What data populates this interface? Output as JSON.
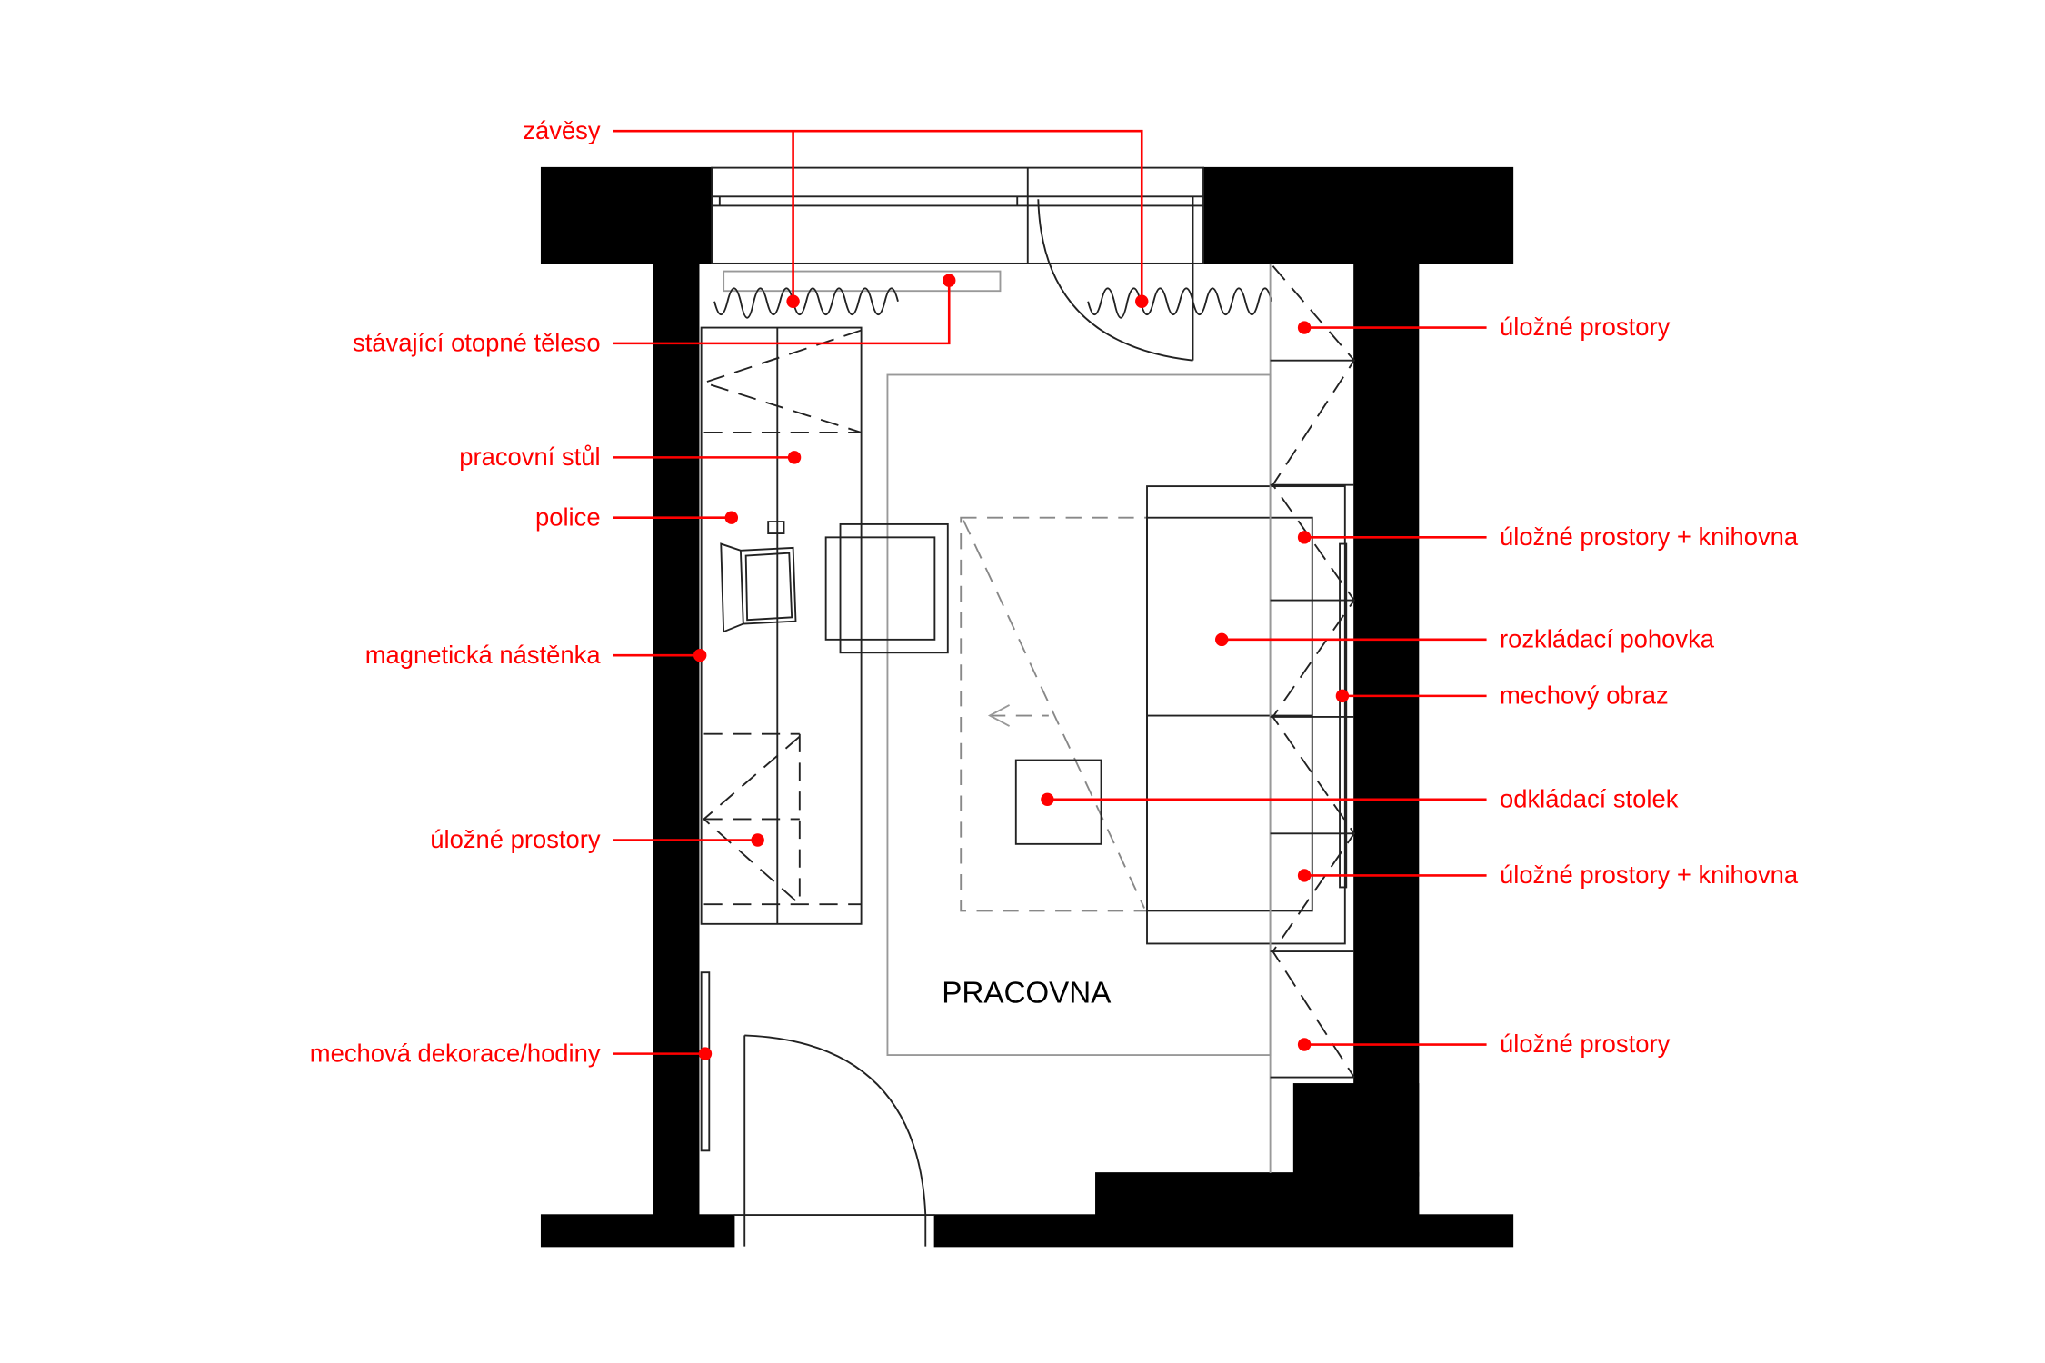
{
  "room_label": "PRACOVNA",
  "annotation_color": "#ff0000",
  "labels_left": [
    "závěsy",
    "stávající otopné těleso",
    "pracovní stůl",
    "police",
    "magnetická nástěnka",
    "úložné prostory",
    "mechová dekorace/hodiny"
  ],
  "labels_right": [
    "úložné prostory",
    "úložné prostory + knihovna",
    "rozkládací pohovka",
    "mechový obraz",
    "odkládací stolek",
    "úložné prostory + knihovna",
    "úložné prostory"
  ]
}
